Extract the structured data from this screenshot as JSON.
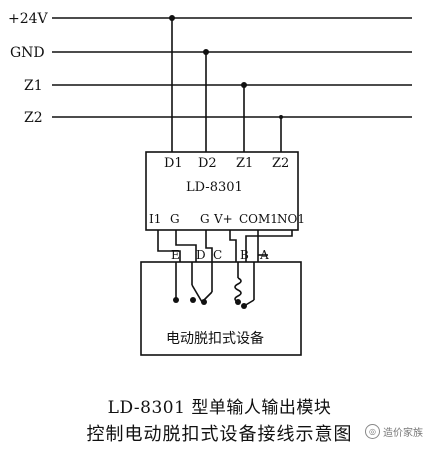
{
  "buses": [
    {
      "label": "+24V"
    },
    {
      "label": "GND"
    },
    {
      "label": "Z1"
    },
    {
      "label": "Z2"
    }
  ],
  "module": {
    "name": "LD-8301",
    "top_terminals": [
      "D1",
      "D2",
      "Z1",
      "Z2"
    ],
    "bottom_terminals": [
      "I1",
      "G",
      "G",
      "V+",
      "COM1",
      "NO1"
    ]
  },
  "device": {
    "name": "电动脱扣式设备",
    "terminals": [
      "E",
      "D",
      "C",
      "B",
      "A"
    ]
  },
  "caption": {
    "line1": "LD-8301 型单输人输出模块",
    "line2": "控制电动脱扣式设备接线示意图"
  },
  "watermark": "造价家族"
}
